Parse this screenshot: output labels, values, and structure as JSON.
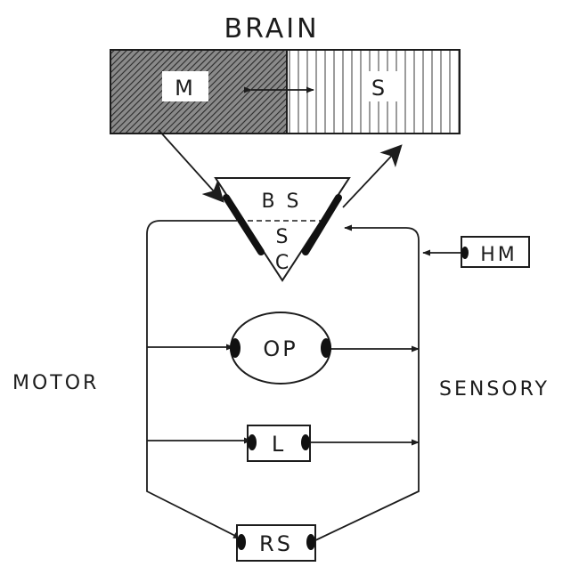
{
  "diagram": {
    "title": "BRAIN",
    "brain_motor_label": "M",
    "brain_sensory_label": "S",
    "stem_top_label": "B S",
    "stem_s_label": "S",
    "stem_c_label": "C",
    "hm_label": "HM",
    "op_label": "OP",
    "l_label": "L",
    "rs_label": "RS",
    "motor_label": "MOTOR",
    "sensory_label": "SENSORY"
  }
}
